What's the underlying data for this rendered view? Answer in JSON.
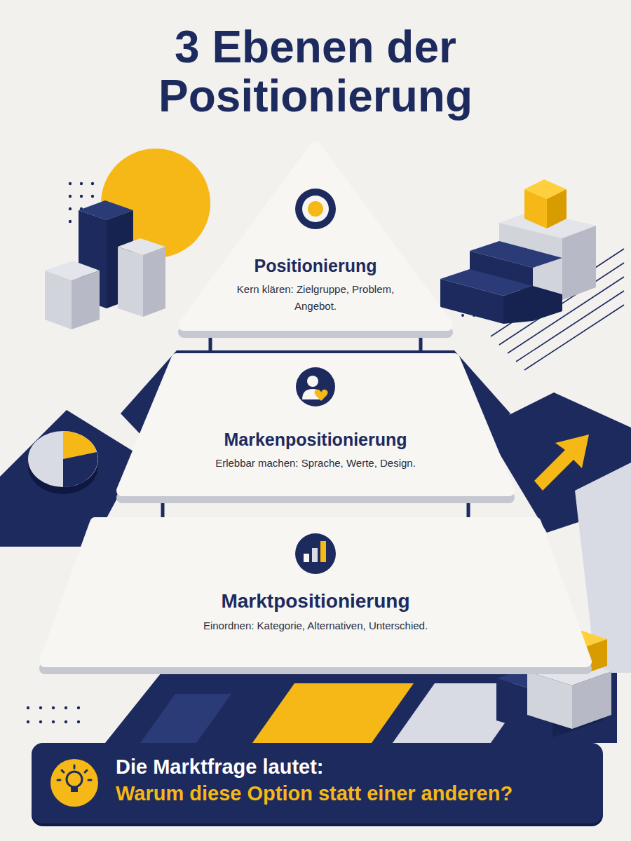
{
  "diagram": {
    "title": "3 Ebenen der Positionierung",
    "nodes": [
      {
        "text": [
          "Positionierung",
          "Kern klären: Zielgruppe, Problem, Angebot."
        ]
      },
      {
        "text": [
          "Markenpositionierung",
          "Erlebbar machen: Sprache, Werte, Design."
        ]
      },
      {
        "text": [
          "Marktpositionierung",
          "Einordnen: Kategorie, Alternativen, Unterschied."
        ]
      },
      {
        "text": [
          "Die Marktfrage lautet:",
          "Warum diese Option statt einer anderen?"
        ]
      }
    ],
    "edges": [
      {
        "from": 0,
        "to": 1,
        "arrow": "none"
      },
      {
        "from": 0,
        "to": 1,
        "arrow": "none"
      },
      {
        "from": 1,
        "to": 2,
        "arrow": "none"
      },
      {
        "from": 1,
        "to": 2,
        "arrow": "none"
      }
    ]
  }
}
